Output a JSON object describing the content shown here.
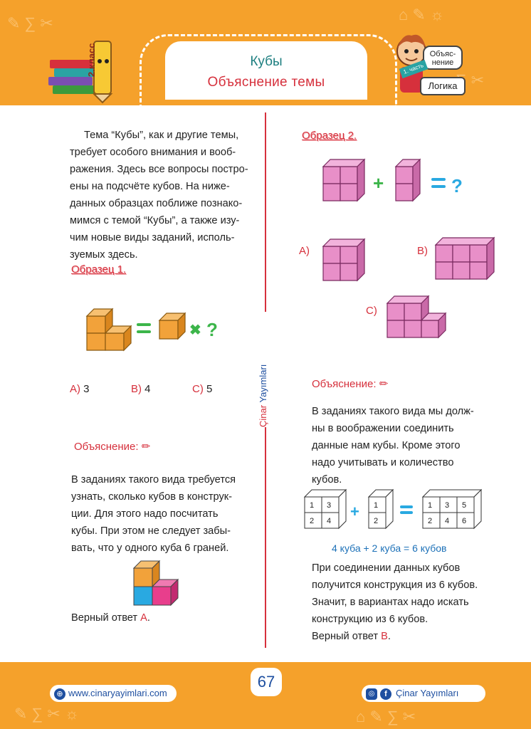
{
  "header": {
    "title": "Кубы",
    "subtitle": "Объяснение темы",
    "grade_badge": "2.класс",
    "badge_top": "Объяс-\nнение",
    "badge_part": "1. часть",
    "badge_subject": "Логика"
  },
  "left": {
    "intro": "Тема “Кубы”, как и другие темы, требует особого внимания и вообра-жения. Здесь все вопросы построе-ны на подсчёте кубов. На ниже-данных образцах поближе познако-мимся с темой “Кубы”, а также изу-чим новые виды заданий, исполь-зуемых здесь.",
    "intro_lines": [
      "Тема “Кубы”, как и другие темы,",
      "требует особого внимания и вооб-",
      "ражения. Здесь все вопросы постро-",
      "ены на подсчёте кубов. На ниже-",
      "данных образцах поближе познако-",
      "мимся с темой “Кубы”, а также изу-",
      "чим новые виды заданий, исполь-",
      "зуемых здесь."
    ],
    "sample1_title": "Образец 1.",
    "options": [
      {
        "label": "A)",
        "value": "3"
      },
      {
        "label": "B)",
        "value": "4"
      },
      {
        "label": "C)",
        "value": "5"
      }
    ],
    "explanation_title": "Объяснение:",
    "explanation_lines": [
      "В заданиях такого вида требуется",
      "узнать, сколько кубов в конструк-",
      "ции. Для этого надо посчитать",
      "кубы. При этом не следует забы-",
      "вать, что у одного куба 6 граней."
    ],
    "answer_prefix": "Верный ответ",
    "answer_letter": "A",
    "answer_suffix": "."
  },
  "divider_brand": {
    "name": "Çinar",
    "suffix": "Yayımları"
  },
  "right": {
    "sample2_title": "Образец 2.",
    "option_labels": [
      "A)",
      "B)",
      "C)"
    ],
    "explanation_title": "Объяснение:",
    "explanation_lines": [
      "В заданиях такого вида мы долж-",
      "ны в воображении соединить",
      "данные нам кубы. Кроме этого",
      "надо учитывать и количество",
      "кубов."
    ],
    "grid_a": [
      "1",
      "3",
      "2",
      "4"
    ],
    "grid_b": [
      "1",
      "2"
    ],
    "grid_c": [
      "1",
      "3",
      "5",
      "2",
      "4",
      "6"
    ],
    "formula": "4 куба + 2 куба = 6 кубов",
    "conclusion_lines": [
      "При соединении данных кубов",
      "получится конструкция из 6 кубов.",
      "Значит, в вариантах надо искать",
      "конструкцию из 6 кубов."
    ],
    "answer_prefix": "Верный ответ",
    "answer_letter": "B",
    "answer_suffix": "."
  },
  "footer": {
    "page_number": "67",
    "website": "www.cinaryayimlari.com",
    "social": "Çinar Yayımları"
  },
  "colors": {
    "orange": "#f5a12b",
    "red": "#d6303c",
    "teal": "#1e7f80",
    "blue": "#1d71b8",
    "pink": "#e88fc8",
    "cube_orange": "#f2a23a"
  }
}
